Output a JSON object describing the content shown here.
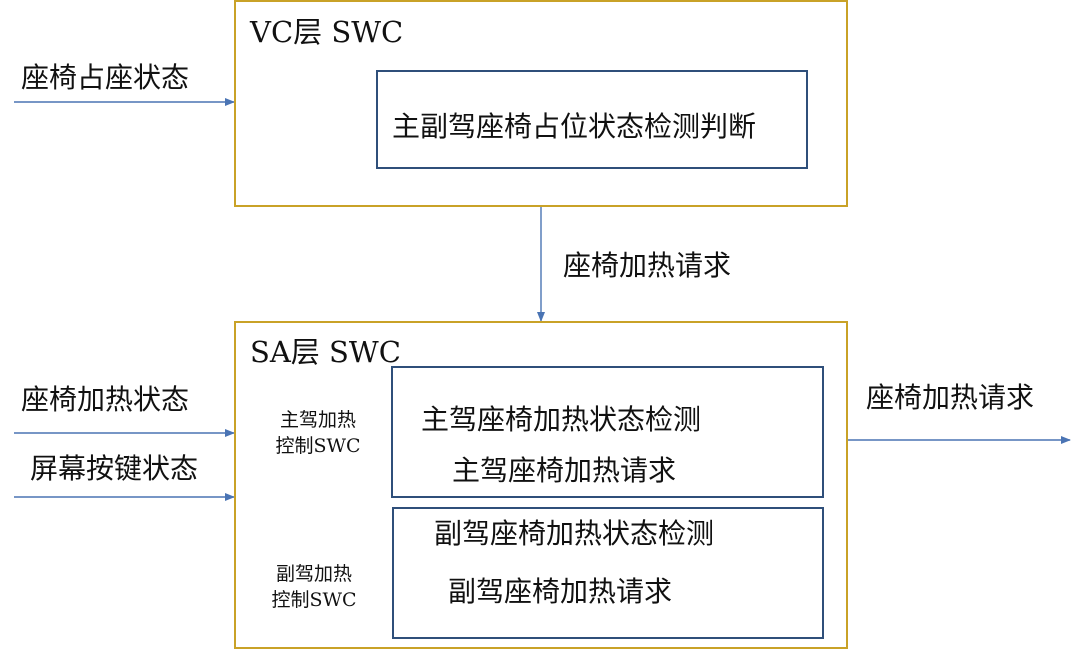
{
  "vc_layer": {
    "title": "VC层 SWC",
    "module": "主副驾座椅占位状态检测判断"
  },
  "sa_layer": {
    "title": "SA层 SWC",
    "driver_control": {
      "label_line1": "主驾加热",
      "label_line2": "控制SWC",
      "line1": "主驾座椅加热状态检测",
      "line2": "主驾座椅加热请求"
    },
    "passenger_control": {
      "label_line1": "副驾加热",
      "label_line2": "控制SWC",
      "line1": "副驾座椅加热状态检测",
      "line2": "副驾座椅加热请求"
    }
  },
  "signals": {
    "seat_occupancy_in": "座椅占座状态",
    "heating_request_mid": "座椅加热请求",
    "heating_status_in": "座椅加热状态",
    "screen_button_in": "屏幕按键状态",
    "heating_request_out": "座椅加热请求"
  },
  "colors": {
    "layer_border": "#c9a227",
    "module_border": "#2f4f7a",
    "arrow": "#4a74b4"
  }
}
